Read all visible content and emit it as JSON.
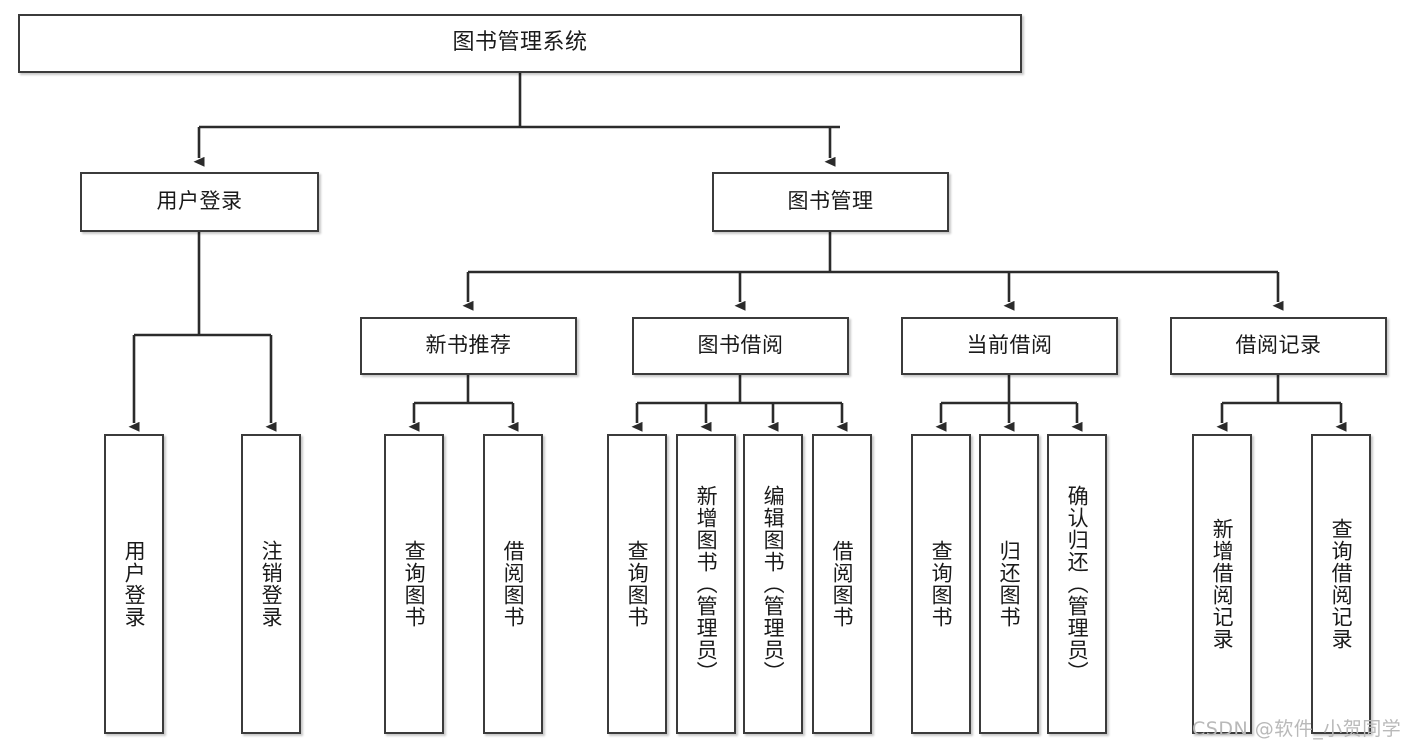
{
  "diagram": {
    "type": "tree",
    "title": "图书管理系统",
    "theme": {
      "background": "#ffffff",
      "node_fill": "#ffffff",
      "node_border": "#3b3b3b",
      "connector": "#2b2b2b",
      "text": "#1a1a1a",
      "watermark": "#b9b9b9"
    },
    "nodes": {
      "root": {
        "label": "图书管理系统"
      },
      "level2": [
        {
          "label": "用户登录"
        },
        {
          "label": "图书管理"
        }
      ],
      "level3": [
        {
          "label": "新书推荐"
        },
        {
          "label": "图书借阅"
        },
        {
          "label": "当前借阅"
        },
        {
          "label": "借阅记录"
        }
      ],
      "leaves_user_login": [
        {
          "label": "用户登录"
        },
        {
          "label": "注销登录"
        }
      ],
      "leaves_new_book": [
        {
          "label": "查询图书"
        },
        {
          "label": "借阅图书"
        }
      ],
      "leaves_borrow": [
        {
          "label": "查询图书"
        },
        {
          "label": "新增图书（管理员）"
        },
        {
          "label": "编辑图书（管理员）"
        },
        {
          "label": "借阅图书"
        }
      ],
      "leaves_current": [
        {
          "label": "查询图书"
        },
        {
          "label": "归还图书"
        },
        {
          "label": "确认归还（管理员）"
        }
      ],
      "leaves_records": [
        {
          "label": "新增借阅记录"
        },
        {
          "label": "查询借阅记录"
        }
      ]
    },
    "watermark": "CSDN @软件_小贺同学"
  }
}
